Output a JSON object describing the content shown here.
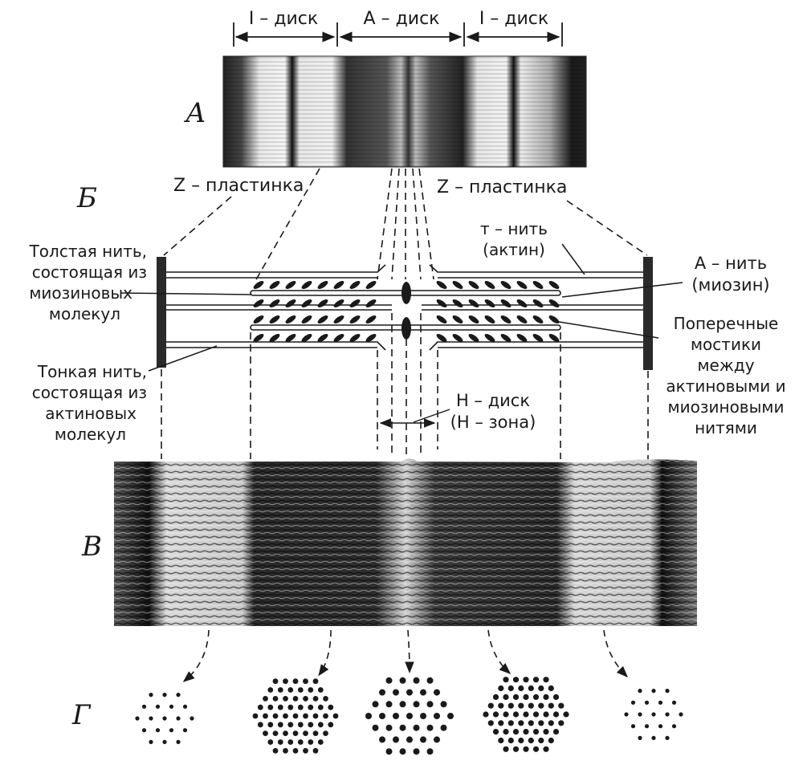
{
  "panels": {
    "a": "А",
    "b": "Б",
    "v": "В",
    "g": "Г"
  },
  "top": {
    "i_disk_left": "I – диск",
    "a_disk": "A – диск",
    "i_disk_right": "I – диск"
  },
  "z_plate_left": "Z – пластинка",
  "z_plate_right": "Z – пластинка",
  "left_labels": {
    "thick": [
      "Толстая нить,",
      "состоящая из",
      "миозиновых",
      "молекул"
    ],
    "thin": [
      "Тонкая нить,",
      "состоящая из",
      "актиновых",
      "молекул"
    ]
  },
  "right_labels": {
    "t_thread": [
      "т – нить",
      "(актин)"
    ],
    "a_thread": [
      "A – нить",
      "(миозин)"
    ],
    "bridges": [
      "Поперечные",
      "мостики",
      "между",
      "актиновыми и",
      "миозиновыми",
      "нитями"
    ]
  },
  "h_disk": [
    "H – диск",
    "(H – зона)"
  ],
  "colors": {
    "ink": "#1a1a1a",
    "paper": "#ffffff",
    "dark_band": "#161616"
  }
}
